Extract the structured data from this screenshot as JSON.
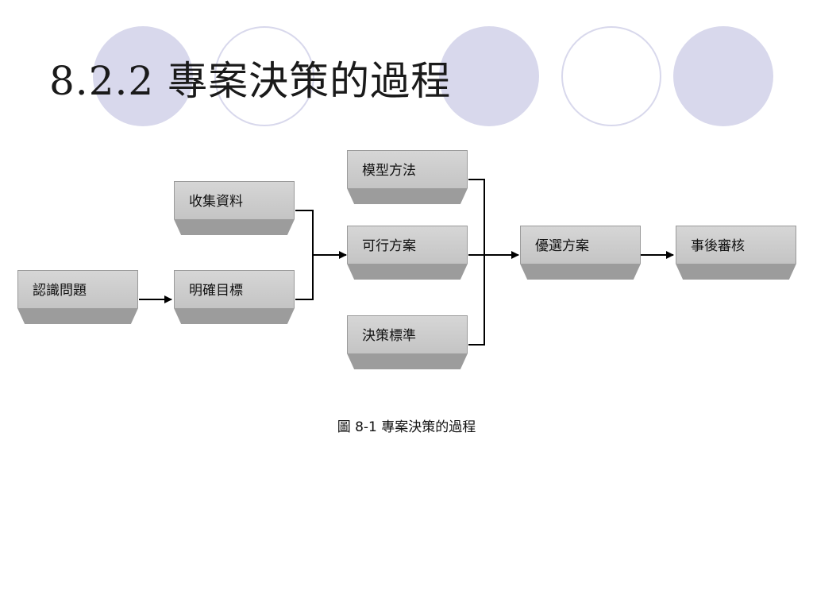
{
  "slide": {
    "title": "8.2.2  專案決策的過程",
    "caption": "圖 8-1  專案決策的過程"
  },
  "diagram": {
    "steps": {
      "recognize": "認識問題",
      "clarify": "明確目標",
      "collect": "收集資料",
      "model": "模型方法",
      "feasible": "可行方案",
      "criteria": "決策標準",
      "optimal": "優選方案",
      "review": "事後審核"
    }
  },
  "colors": {
    "decor": "#d8d8ec",
    "box_face": "#cccccc",
    "box_base": "#9c9c9c",
    "line": "#000000"
  }
}
